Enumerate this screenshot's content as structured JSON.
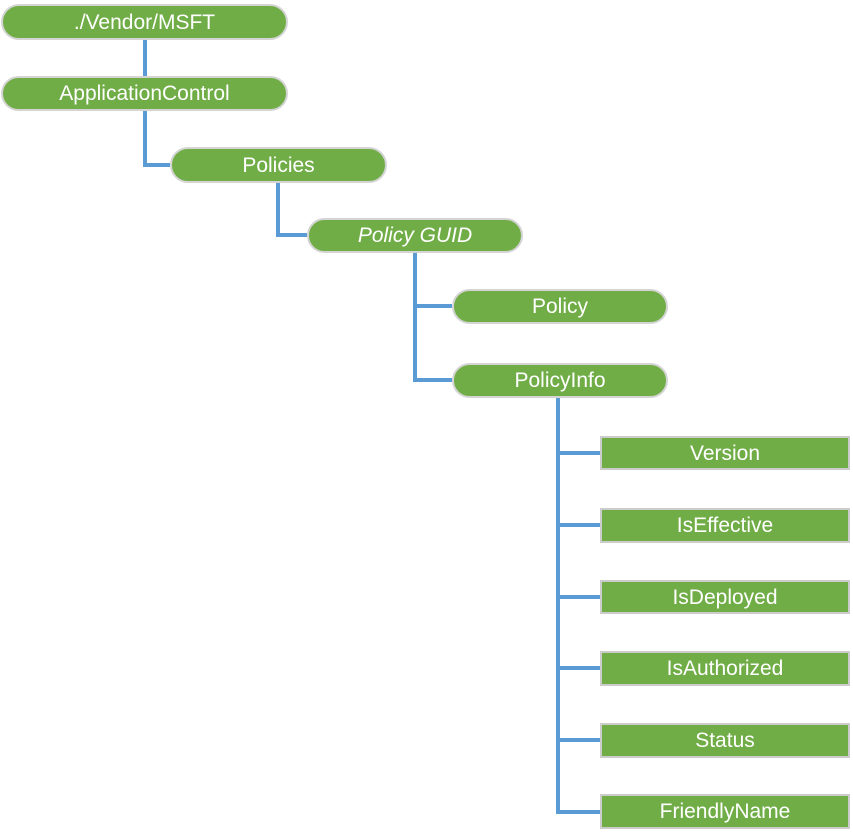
{
  "diagram": {
    "description": "Tree diagram of the ./Vendor/MSFT ApplicationControl CSP node hierarchy",
    "colors": {
      "node_fill": "#70AD47",
      "node_text": "#FFFFFF",
      "connector": "#5B9BD5",
      "pill_border": "#D4D4D4",
      "rect_border": "#CCCCCC"
    },
    "root": {
      "label": "./Vendor/MSFT",
      "shape": "pill",
      "children": [
        {
          "label": "ApplicationControl",
          "shape": "pill",
          "children": [
            {
              "label": "Policies",
              "shape": "pill",
              "children": [
                {
                  "label": "Policy GUID",
                  "shape": "pill",
                  "emphasis": "italic",
                  "children": [
                    {
                      "label": "Policy",
                      "shape": "pill",
                      "children": []
                    },
                    {
                      "label": "PolicyInfo",
                      "shape": "pill",
                      "children": [
                        {
                          "label": "Version",
                          "shape": "rect"
                        },
                        {
                          "label": "IsEffective",
                          "shape": "rect"
                        },
                        {
                          "label": "IsDeployed",
                          "shape": "rect"
                        },
                        {
                          "label": "IsAuthorized",
                          "shape": "rect"
                        },
                        {
                          "label": "Status",
                          "shape": "rect"
                        },
                        {
                          "label": "FriendlyName",
                          "shape": "rect"
                        }
                      ]
                    }
                  ]
                }
              ]
            }
          ]
        }
      ]
    }
  }
}
